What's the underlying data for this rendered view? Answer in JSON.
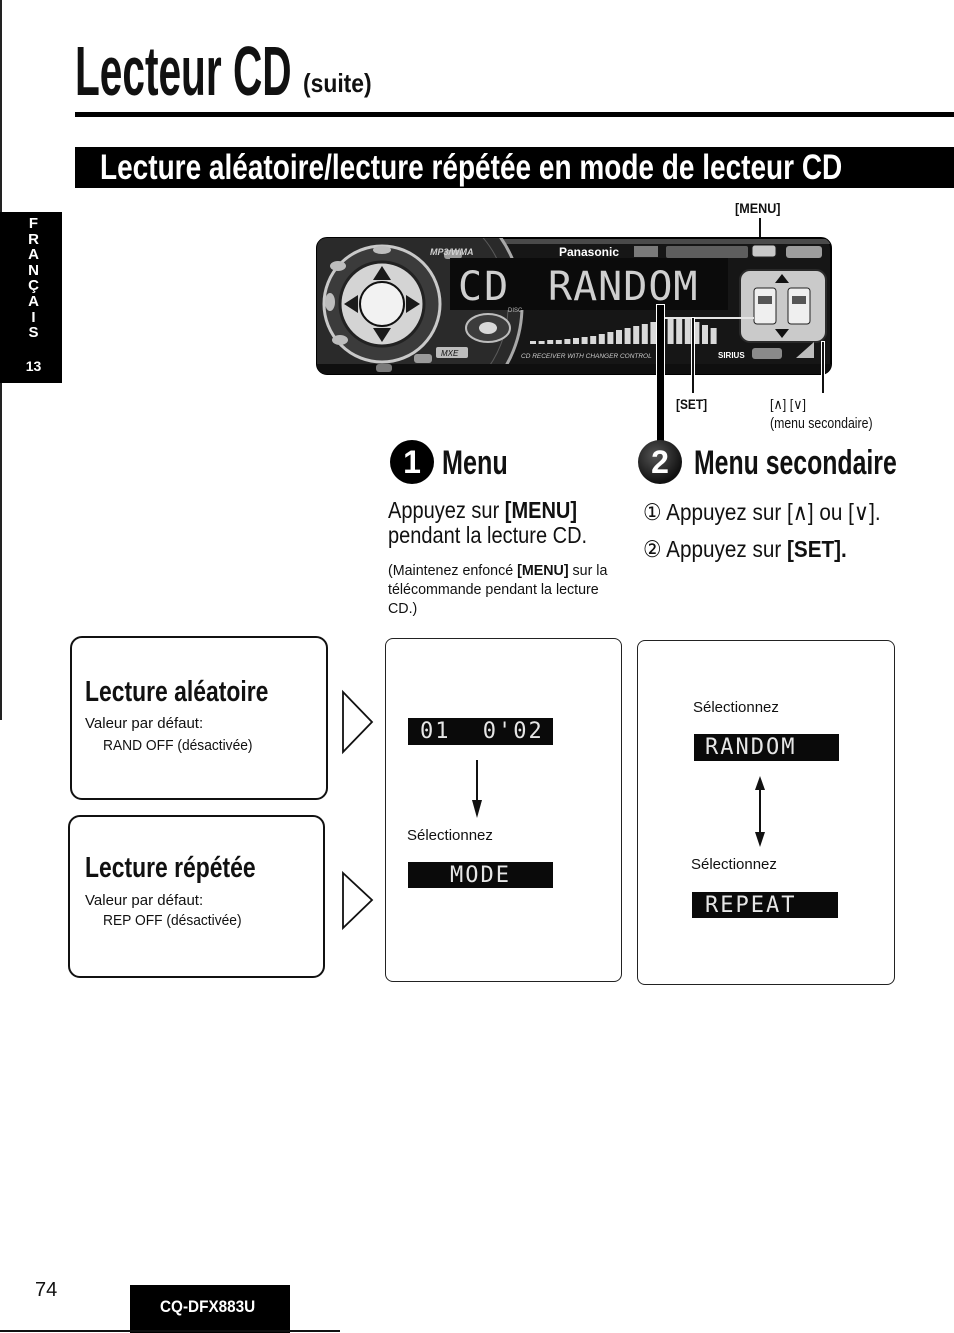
{
  "header": {
    "title": "Lecteur CD",
    "suffix": "(suite)"
  },
  "banner": {
    "title": "Lecture aléatoire/lecture répétée en mode de lecteur CD"
  },
  "side_tab": {
    "letters": [
      "F",
      "R",
      "A",
      "N",
      "Ç",
      "A",
      "I",
      "S"
    ],
    "page": "13"
  },
  "device": {
    "format_logo": "MP3/WMA",
    "brand": "Panasonic",
    "display_source": "CD",
    "display_text": "RANDOM",
    "disc_label": "DISC",
    "mxe_label": "MXE",
    "product_line": "CD RECEIVER WITH CHANGER CONTROL",
    "sirius_label": "SIRIUS",
    "callout_menu": "[MENU]",
    "callout_set": "[SET]",
    "callout_arrows": "[∧] [∨]",
    "callout_arrows_note": "(menu secondaire)"
  },
  "step1": {
    "number": "1",
    "title": "Menu",
    "line1_text": "Appuyez sur ",
    "line1_key": "[MENU]",
    "line2": "pendant la lecture CD.",
    "note_line1_text": "(Maintenez enfoncé ",
    "note_line1_key": "[MENU]",
    "note_line1_rest": " sur la",
    "note_line2": "télécommande pendant la lecture",
    "note_line3": "CD.)"
  },
  "step2": {
    "number": "2",
    "title": "Menu secondaire",
    "item1_marker": "①",
    "item1_text": "Appuyez sur [∧] ou [∨].",
    "item2_marker": "②",
    "item2_text": "Appuyez sur ",
    "item2_key": "[SET]."
  },
  "settings": [
    {
      "title": "Lecture aléatoire",
      "default_label": "Valeur par défaut:",
      "default_value": "RAND OFF (désactivée)"
    },
    {
      "title": "Lecture répétée",
      "default_label": "Valeur par défaut:",
      "default_value": "REP OFF (désactivée)"
    }
  ],
  "menu_flow": {
    "display_time": "01 0'02",
    "select_label": "Sélectionnez",
    "display_mode": "MODE"
  },
  "submenu_flow": {
    "select_label_1": "Sélectionnez",
    "display_random": "RANDOM",
    "select_label_2": "Sélectionnez",
    "display_repeat": "REPEAT"
  },
  "footer": {
    "page_number": "74",
    "model": "CQ-DFX883U"
  }
}
